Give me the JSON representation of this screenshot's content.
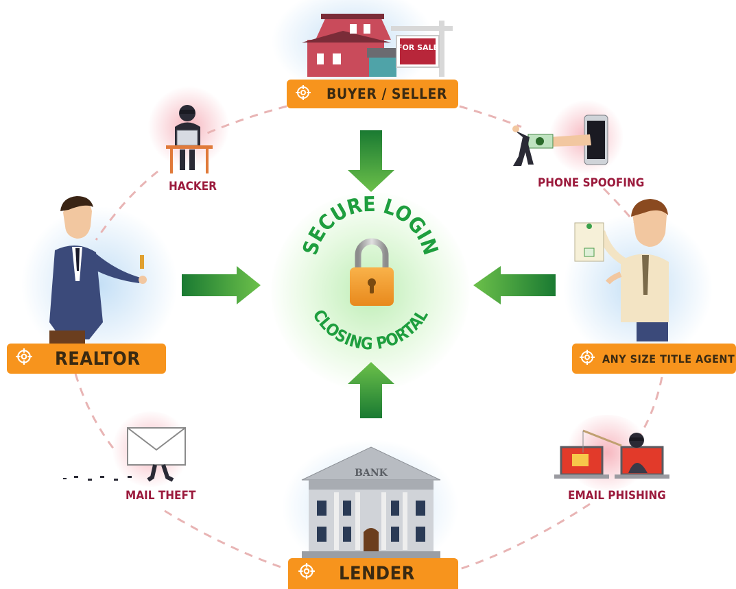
{
  "center": {
    "top_text": "SECURE LOGIN",
    "bottom_text": "CLOSING PORTAL"
  },
  "nodes": {
    "buyer_seller": "BUYER / SELLER",
    "realtor": "REALTOR",
    "title_agent": "ANY SIZE TITLE AGENT",
    "lender": "LENDER"
  },
  "threats": {
    "hacker": "HACKER",
    "phone_spoofing": "PHONE SPOOFING",
    "mail_theft": "MAIL THEFT",
    "email_phishing": "EMAIL PHISHING"
  },
  "illustration_text": {
    "for_sale": "FOR SALE",
    "bank": "BANK"
  },
  "colors": {
    "label_bg": "#f7941d",
    "threat_text": "#9b1a3c",
    "arrow_green": "#1e8a3a",
    "secure_green": "#1e9e3e",
    "dash": "#e8b4b4"
  }
}
